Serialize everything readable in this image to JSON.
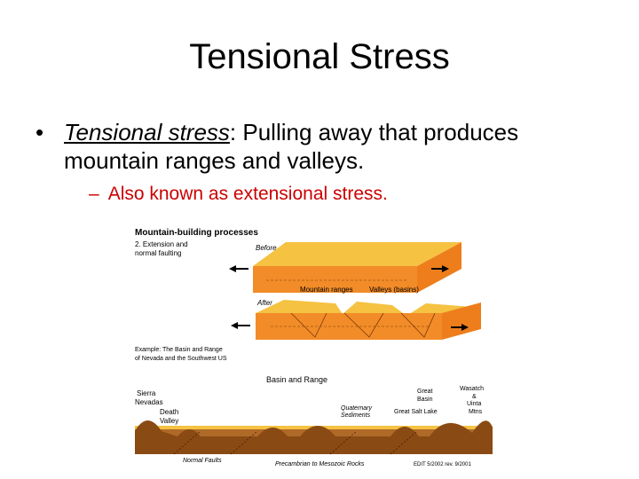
{
  "slide": {
    "title": "Tensional Stress",
    "bullet": {
      "marker": "•",
      "term": "Tensional stress",
      "after_term": ": Pulling away that produces mountain ranges and valleys."
    },
    "sub_bullet": {
      "marker": "–",
      "text": "Also known as extensional stress."
    }
  },
  "figure": {
    "heading": "Mountain-building processes",
    "step_label_1": "2. Extension and",
    "step_label_2": "normal faulting",
    "before_label": "Before",
    "after_label": "After",
    "mountain_ranges_label": "Mountain ranges",
    "valleys_label": "Valleys (basins)",
    "example_line1": "Example: The Basin and Range",
    "example_line2": "of Nevada and the Southwest US",
    "basin_range_label": "Basin and Range",
    "sierra_label": "Sierra",
    "nevadas_label": "Nevadas",
    "death_label": "Death",
    "valley_label": "Valley",
    "quaternary_label": "Quaternary",
    "sediments_label": "Sediments",
    "great_label": "Great",
    "basin_label": "Basin",
    "great_salt_lake_label": "Great Salt Lake",
    "wasatch_label": "Wasatch",
    "amp_label": "&",
    "uinta_label": "Uinta",
    "mtns_label": "Mtns",
    "normal_faults_label": "Normal Faults",
    "precambrian_label": "Precambrian to Mesozoic Rocks",
    "credit_label": "EDIT 5/2002 rev. 9/2001",
    "colors": {
      "block_top": "#f5c242",
      "block_front": "#f28c28",
      "block_dark": "#ee7e1c",
      "ground": "#b06a28",
      "mountains": "#8a4a14"
    },
    "icons": [
      "arrow-left-icon",
      "arrow-right-icon"
    ]
  }
}
